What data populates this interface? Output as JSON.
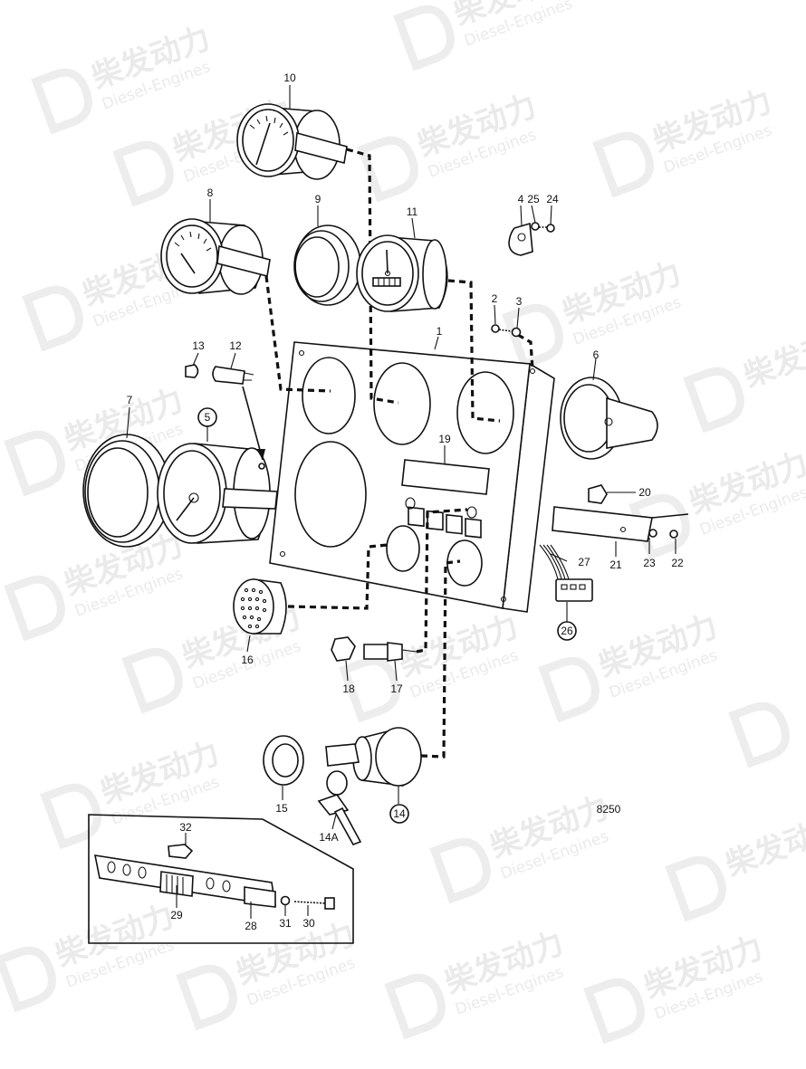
{
  "diagram": {
    "drawing_number": "8250",
    "part_labels": [
      "1",
      "2",
      "3",
      "4",
      "5",
      "6",
      "7",
      "8",
      "9",
      "10",
      "11",
      "12",
      "13",
      "14",
      "14A",
      "15",
      "16",
      "17",
      "18",
      "19",
      "20",
      "21",
      "22",
      "23",
      "24",
      "25",
      "26",
      "27",
      "28",
      "29",
      "30",
      "31",
      "32"
    ],
    "circled_labels": [
      "5",
      "14",
      "26"
    ]
  },
  "watermark": {
    "brand_cn": "柴发动力",
    "brand_en": "Diesel-Engines"
  }
}
